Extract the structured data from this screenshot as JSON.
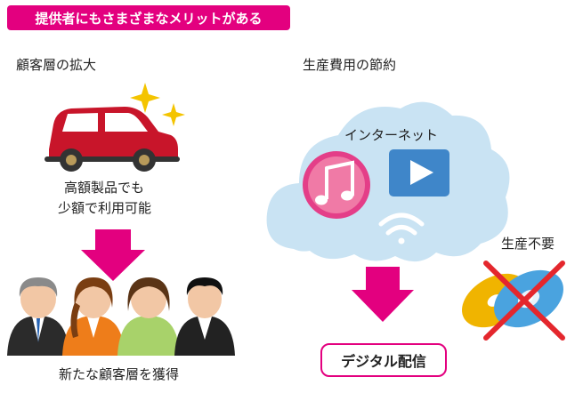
{
  "header": {
    "title": "提供者にもさまざまなメリットがある"
  },
  "left": {
    "heading": "顧客層の拡大",
    "car_caption_line1": "高額製品でも",
    "car_caption_line2": "少額で利用可能",
    "people_caption": "新たな顧客層を獲得"
  },
  "right": {
    "heading": "生産費用の節約",
    "cloud_label": "インターネット",
    "no_production": "生産不要",
    "digital_label": "デジタル配信"
  },
  "icons": [
    "sparkle-icon",
    "car-icon",
    "down-arrow-icon",
    "person-icon",
    "cloud-icon",
    "music-icon",
    "play-icon",
    "wifi-icon",
    "disc-icon",
    "cross-icon"
  ],
  "colors": {
    "accent": "#e3007f",
    "car": "#c8152a",
    "cloud": "#c9e3f3",
    "play": "#3f86c9"
  }
}
